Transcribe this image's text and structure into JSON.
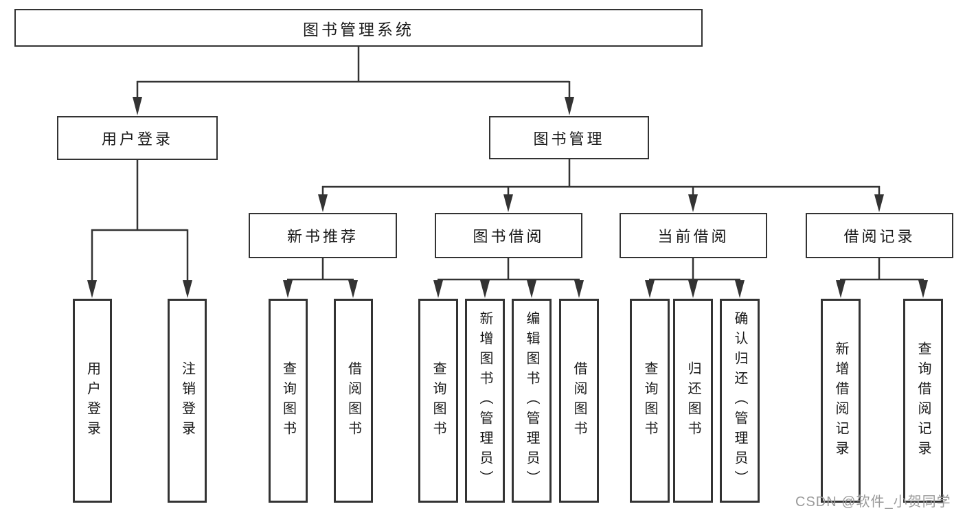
{
  "tree": {
    "root": {
      "label": "图书管理系统",
      "children": [
        {
          "label": "用户登录",
          "children": [
            {
              "label": "用户登录"
            },
            {
              "label": "注销登录"
            }
          ]
        },
        {
          "label": "图书管理",
          "children": [
            {
              "label": "新书推荐",
              "children": [
                {
                  "label": "查询图书"
                },
                {
                  "label": "借阅图书"
                }
              ]
            },
            {
              "label": "图书借阅",
              "children": [
                {
                  "label": "查询图书"
                },
                {
                  "label": "新增图书（管理员）"
                },
                {
                  "label": "编辑图书（管理员）"
                },
                {
                  "label": "借阅图书"
                }
              ]
            },
            {
              "label": "当前借阅",
              "children": [
                {
                  "label": "查询图书"
                },
                {
                  "label": "归还图书"
                },
                {
                  "label": "确认归还（管理员）"
                }
              ]
            },
            {
              "label": "借阅记录",
              "children": [
                {
                  "label": "新增借阅记录"
                },
                {
                  "label": "查询借阅记录"
                }
              ]
            }
          ]
        }
      ]
    }
  },
  "watermark": {
    "text": "CSDN @软件_小贺同学",
    "color": "#9a9a9a"
  },
  "colors": {
    "line": "#333333",
    "box_border": "#333333",
    "box_fill": "#ffffff",
    "text": "#1a1a1a",
    "background": "#ffffff"
  }
}
